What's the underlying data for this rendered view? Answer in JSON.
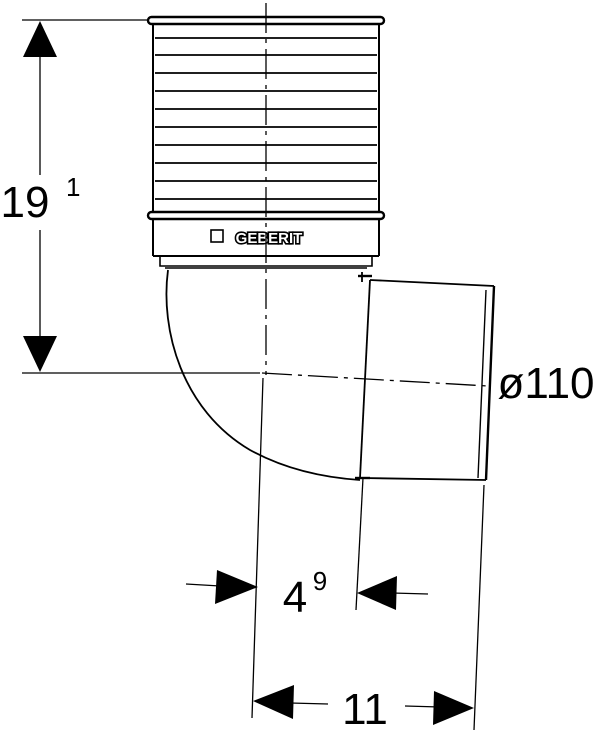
{
  "product": {
    "brand": "GEBERIT"
  },
  "dimensions": {
    "height_main": "19",
    "height_sup": "1",
    "diameter": "ø110",
    "offset_main": "4",
    "offset_sup": "9",
    "length": "11"
  },
  "colors": {
    "line": "#000000",
    "background": "#ffffff"
  }
}
